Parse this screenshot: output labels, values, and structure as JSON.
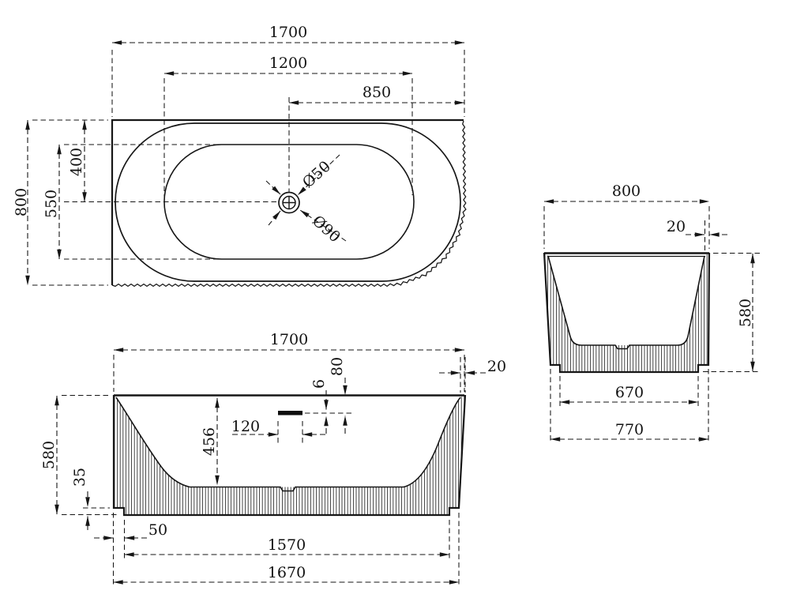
{
  "top_view": {
    "len_overall": "1700",
    "len_basin": "1200",
    "len_drain_to_end": "850",
    "wid_overall": "800",
    "wid_basin": "550",
    "wid_drain_center": "400",
    "drain_waste_dia": "Ø50",
    "drain_flange_dia": "Ø90"
  },
  "front_view": {
    "len_overall": "1700",
    "rim_thickness": "20",
    "overflow_slot_h": "6",
    "overflow_drop": "80",
    "overflow_width": "120",
    "inner_depth": "456",
    "height_overall": "580",
    "plinth_height": "35",
    "base_inset": "50",
    "base_length": "1570",
    "skirt_length": "1670"
  },
  "side_view": {
    "wid_overall": "800",
    "rim_thickness": "20",
    "height_overall": "580",
    "base_width": "670",
    "skirt_width": "770"
  }
}
